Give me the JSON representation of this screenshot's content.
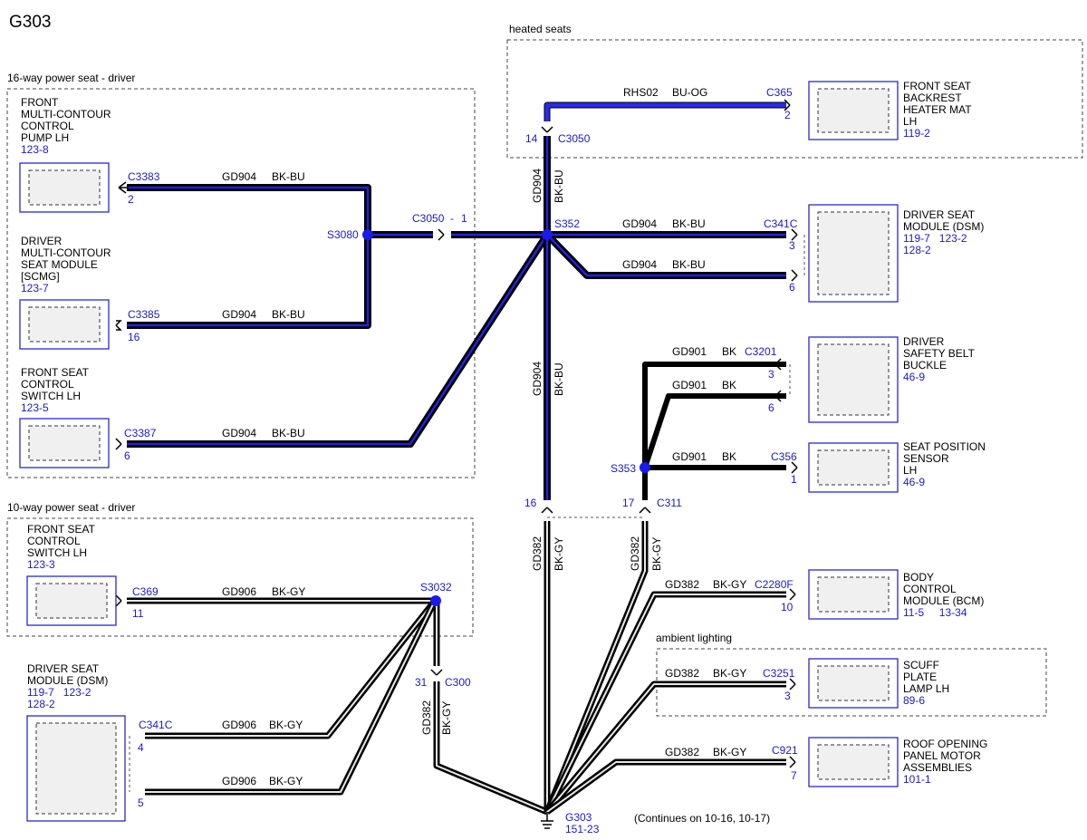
{
  "diagram": {
    "id": "G303",
    "footer_note": "(Continues on 10-16, 10-17)",
    "ground": {
      "name": "G303",
      "ref": "151-23"
    }
  },
  "groups": {
    "sixteen_way": "16-way power seat - driver",
    "ten_way": "10-way power seat - driver",
    "heated": "heated seats",
    "ambient": "ambient lighting"
  },
  "components": {
    "pump_lh": {
      "lines": [
        "FRONT",
        "MULTI-CONTOUR",
        "CONTROL",
        "PUMP LH"
      ],
      "ref": "123-8"
    },
    "scmg": {
      "lines": [
        "DRIVER",
        "MULTI-CONTOUR",
        "SEAT MODULE",
        "[SCMG]"
      ],
      "ref": "123-7"
    },
    "switch16": {
      "lines": [
        "FRONT SEAT",
        "CONTROL",
        "SWITCH LH"
      ],
      "ref": "123-5"
    },
    "switch10": {
      "lines": [
        "FRONT SEAT",
        "CONTROL",
        "SWITCH LH"
      ],
      "ref": "123-3"
    },
    "dsm_left": {
      "lines": [
        "DRIVER SEAT",
        "MODULE (DSM)"
      ],
      "ref": "119-7   123-2",
      "ref2": "128-2"
    },
    "heater_mat": {
      "lines": [
        "FRONT SEAT",
        "BACKREST",
        "HEATER MAT",
        "LH"
      ],
      "ref": "119-2"
    },
    "dsm_right": {
      "lines": [
        "DRIVER SEAT",
        "MODULE (DSM)"
      ],
      "ref": "119-7   123-2",
      "ref2": "128-2"
    },
    "belt_buckle": {
      "lines": [
        "DRIVER",
        "SAFETY BELT",
        "BUCKLE"
      ],
      "ref": "46-9"
    },
    "pos_sensor": {
      "lines": [
        "SEAT POSITION",
        "SENSOR",
        "LH"
      ],
      "ref": "46-9"
    },
    "bcm": {
      "lines": [
        "BODY",
        "CONTROL",
        "MODULE (BCM)"
      ],
      "ref": "11-5     13-34"
    },
    "scuff": {
      "lines": [
        "SCUFF",
        "PLATE",
        "LAMP LH"
      ],
      "ref": "89-6"
    },
    "roof": {
      "lines": [
        "ROOF OPENING",
        "PANEL MOTOR",
        "ASSEMBLIES"
      ],
      "ref": "101-1"
    }
  },
  "connectors": {
    "c3383": {
      "name": "C3383",
      "pin": "2"
    },
    "c3385": {
      "name": "C3385",
      "pin": "16"
    },
    "c3387": {
      "name": "C3387",
      "pin": "6"
    },
    "c369": {
      "name": "C369",
      "pin": "11"
    },
    "c341c_left": {
      "name": "C341C",
      "pin_a": "4",
      "pin_b": "5"
    },
    "c365": {
      "name": "C365",
      "pin": "2"
    },
    "c341c_right": {
      "name": "C341C",
      "pin_a": "3",
      "pin_b": "6"
    },
    "c3201": {
      "name": "C3201",
      "pin_a": "3",
      "pin_b": "6"
    },
    "c356": {
      "name": "C356",
      "pin": "1"
    },
    "c2280f": {
      "name": "C2280F",
      "pin": "10"
    },
    "c3251": {
      "name": "C3251",
      "pin": "3"
    },
    "c921": {
      "name": "C921",
      "pin": "7"
    },
    "c3050_top": {
      "name": "C3050",
      "pin": "14"
    },
    "c3050_mid": {
      "name": "C3050",
      "pin": "1",
      "sep": "-"
    },
    "c311": {
      "name": "C311",
      "pin_a": "16",
      "pin_b": "17"
    },
    "c300": {
      "name": "C300",
      "pin": "31"
    }
  },
  "splices": {
    "s3080": "S3080",
    "s352": "S352",
    "s353": "S353",
    "s3032": "S3032"
  },
  "wires": {
    "gd904": {
      "circuit": "GD904",
      "color": "BK-BU"
    },
    "gd906": {
      "circuit": "GD906",
      "color": "BK-GY"
    },
    "gd901": {
      "circuit": "GD901",
      "color": "BK"
    },
    "gd382": {
      "circuit": "GD382",
      "color": "BK-GY"
    },
    "rhs02": {
      "circuit": "RHS02",
      "color": "BU-OG"
    }
  },
  "colors": {
    "accent": "#1a1acc",
    "wire": "#000000",
    "wire_blue": "#2222dd",
    "wire_gray": "#e8e8e8"
  }
}
